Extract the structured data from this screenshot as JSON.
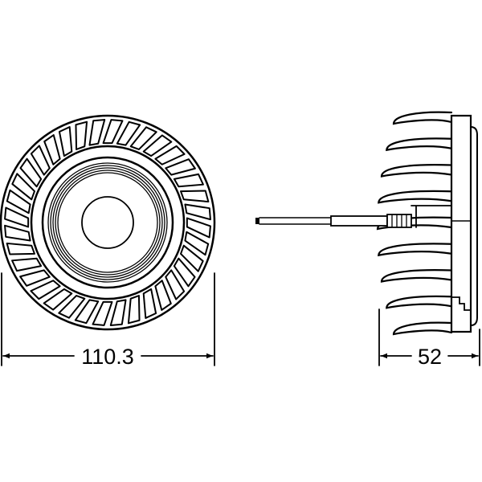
{
  "front_view": {
    "diameter_label": "110.3",
    "fin_count": 36
  },
  "side_view": {
    "depth_label": "52",
    "fin_count": 9
  },
  "colors": {
    "line": "#000000",
    "background": "#ffffff"
  }
}
